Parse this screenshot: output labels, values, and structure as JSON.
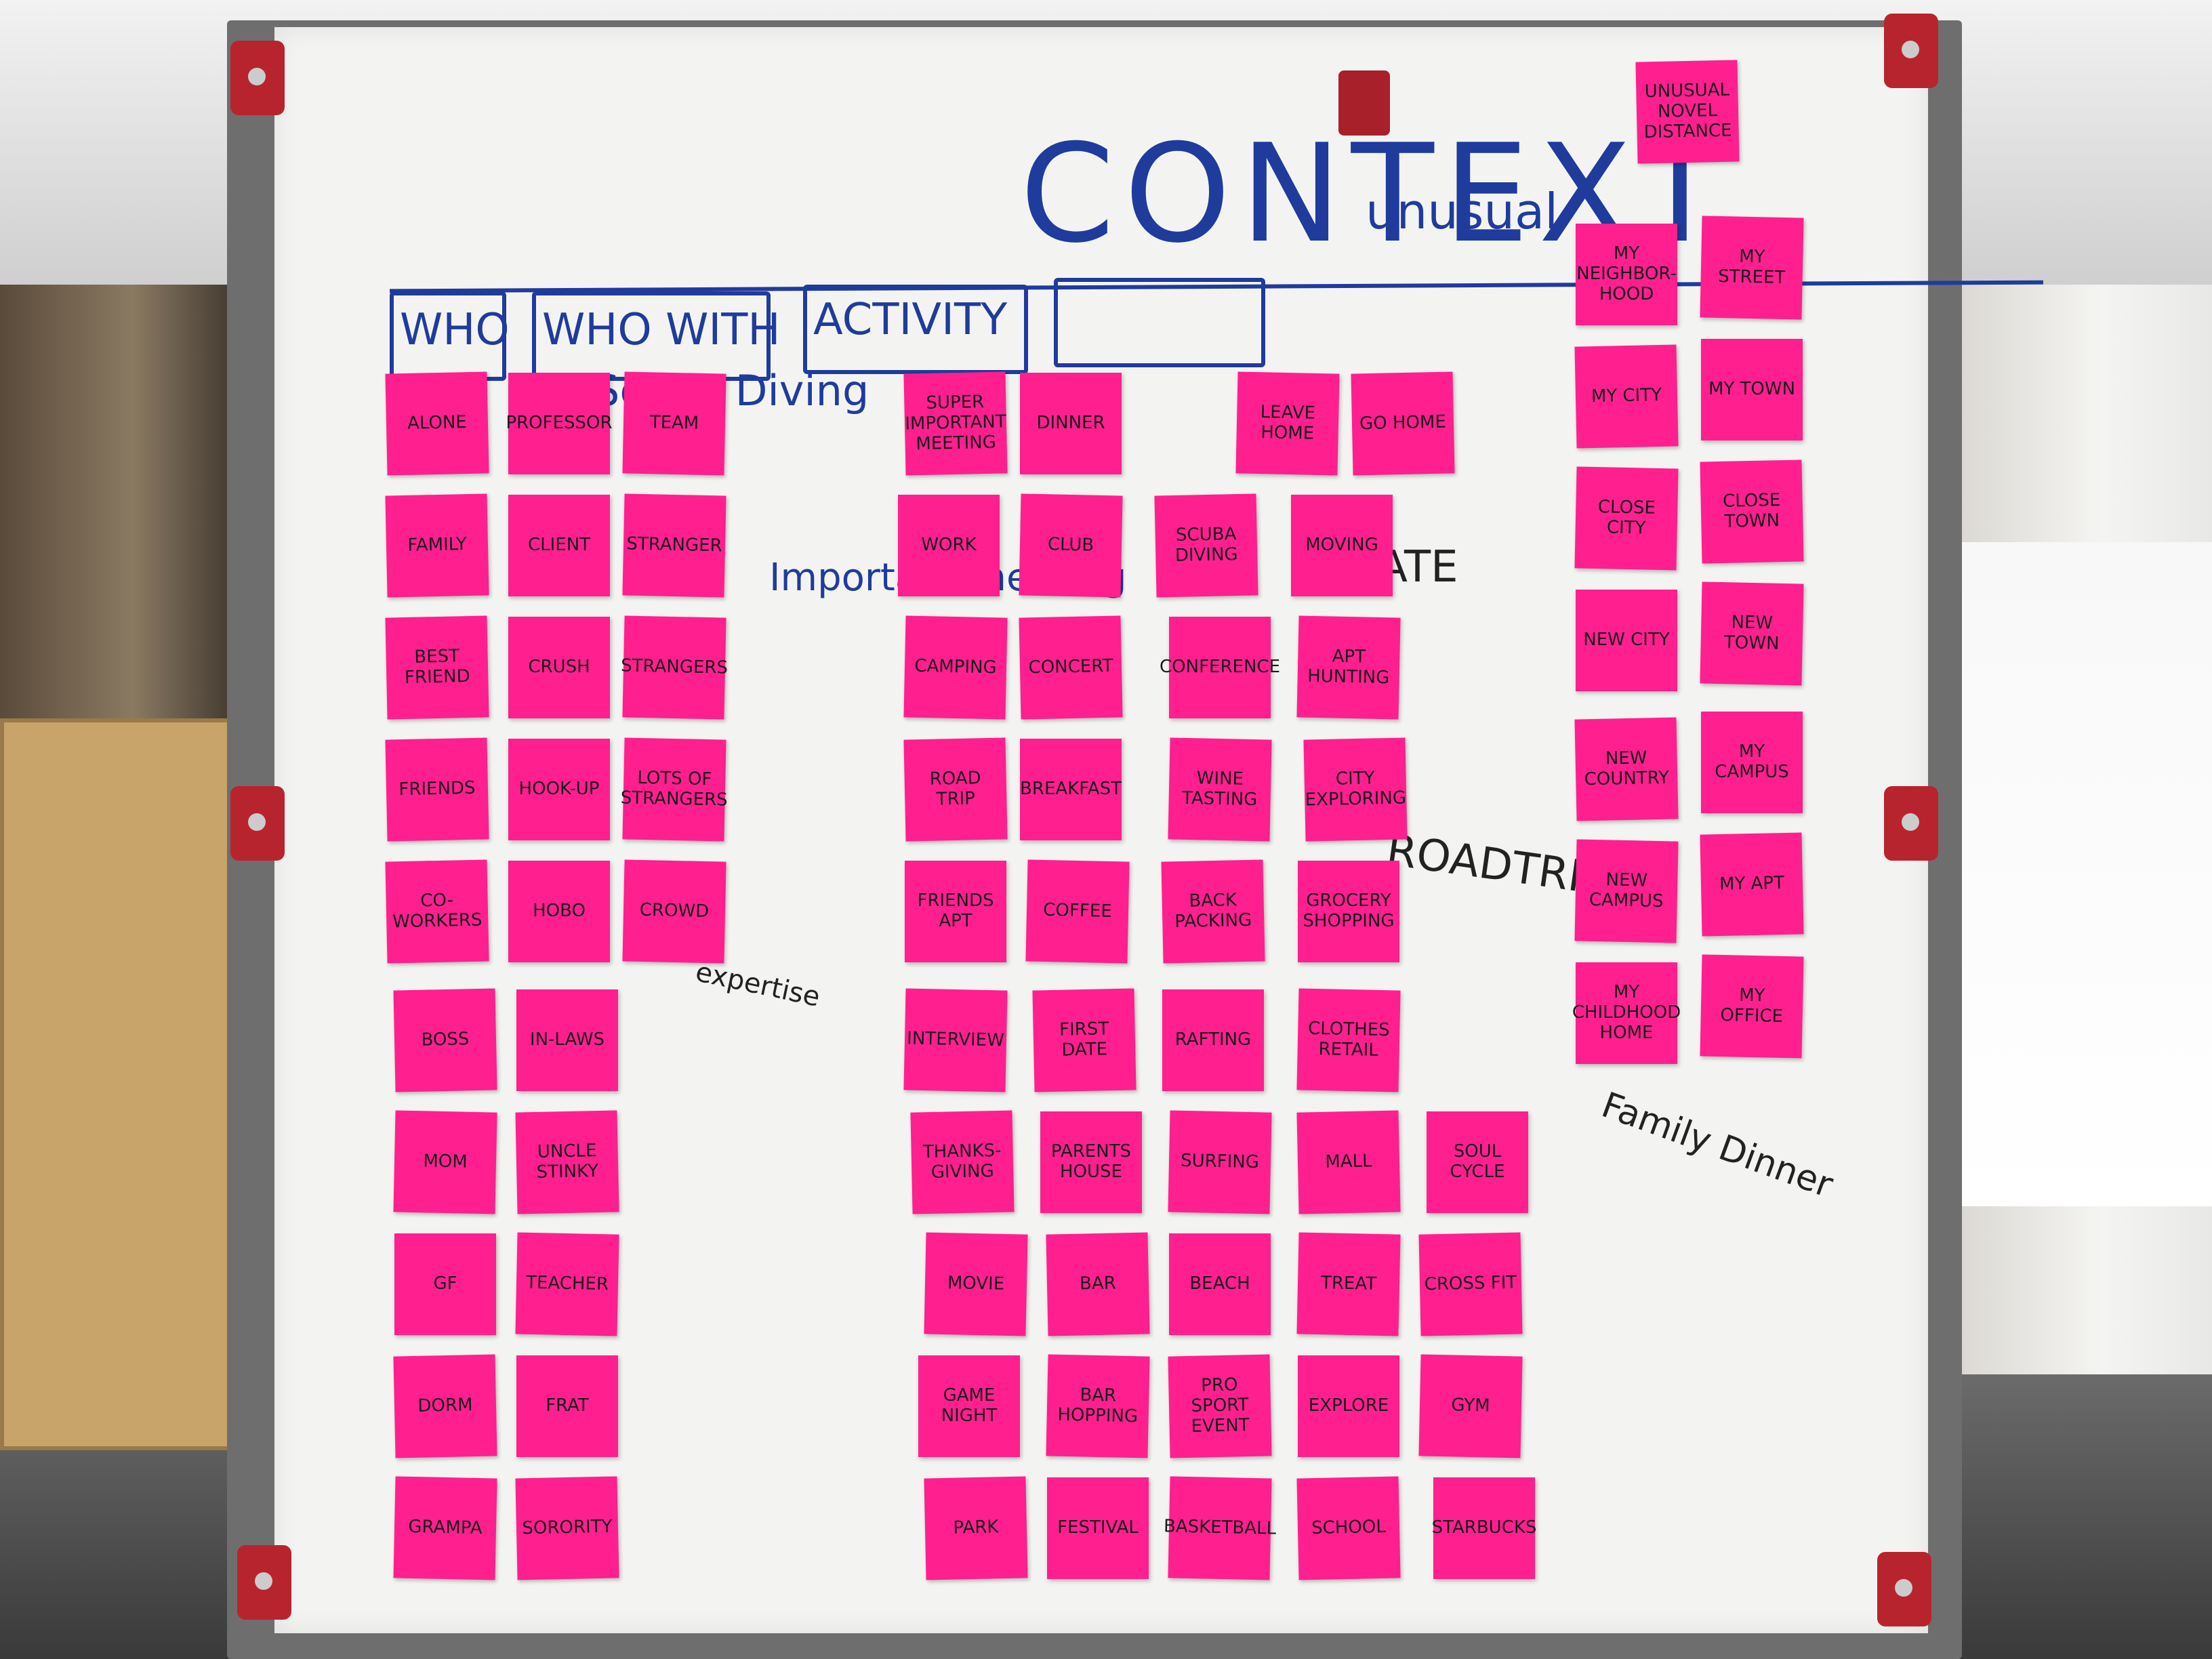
{
  "board": {
    "title": "CONTEXT",
    "unusual": "unusual",
    "headers": [
      "WHO",
      "WHO WITH",
      "ACTIVITY"
    ],
    "background_writing": [
      "Scuba Diving",
      "Important meeting",
      "DATE",
      "ROADTRIP",
      "expertise",
      "Family Dinner"
    ]
  },
  "colors": {
    "sticky": "#ff1f8f",
    "marker_blue": "#1f3b9c",
    "board": "#f3f4f2"
  },
  "stickies": {
    "who": [
      "ALONE",
      "PROFESSOR",
      "TEAM",
      "FAMILY",
      "CLIENT",
      "STRANGER",
      "BEST FRIEND",
      "CRUSH",
      "STRANGERS",
      "FRIENDS",
      "HOOK-UP",
      "LOTS OF STRANGERS",
      "CO-WORKERS",
      "HOBO",
      "CROWD",
      "BOSS",
      "IN-LAWS",
      "MOM",
      "UNCLE STINKY",
      "GF",
      "TEACHER",
      "DORM",
      "FRAT",
      "GRAMPA",
      "SORORITY"
    ],
    "activity": [
      "SUPER IMPORTANT MEETING",
      "DINNER",
      "LEAVE HOME",
      "GO HOME",
      "WORK",
      "CLUB",
      "SCUBA DIVING",
      "MOVING",
      "CAMPING",
      "CONCERT",
      "CONFERENCE",
      "APT HUNTING",
      "ROAD TRIP",
      "BREAKFAST",
      "WINE TASTING",
      "CITY EXPLORING",
      "FRIENDS APT",
      "COFFEE",
      "BACK PACKING",
      "GROCERY SHOPPING",
      "INTERVIEW",
      "FIRST DATE",
      "RAFTING",
      "CLOTHES RETAIL",
      "THANKS-GIVING",
      "PARENTS HOUSE",
      "SURFING",
      "MALL",
      "SOUL CYCLE",
      "MOVIE",
      "BAR",
      "BEACH",
      "TREAT",
      "CROSS FIT",
      "GAME NIGHT",
      "BAR HOPPING",
      "PRO SPORT EVENT",
      "EXPLORE",
      "GYM",
      "PARK",
      "FESTIVAL",
      "BASKETBALL",
      "SCHOOL",
      "STARBUCKS"
    ],
    "place": [
      "UNUSUAL NOVEL DISTANCE",
      "MY NEIGHBOR-HOOD",
      "MY STREET",
      "MY CITY",
      "MY TOWN",
      "CLOSE CITY",
      "CLOSE TOWN",
      "NEW CITY",
      "NEW TOWN",
      "NEW COUNTRY",
      "MY CAMPUS",
      "NEW CAMPUS",
      "MY APT",
      "MY CHILDHOOD HOME",
      "MY OFFICE"
    ]
  }
}
